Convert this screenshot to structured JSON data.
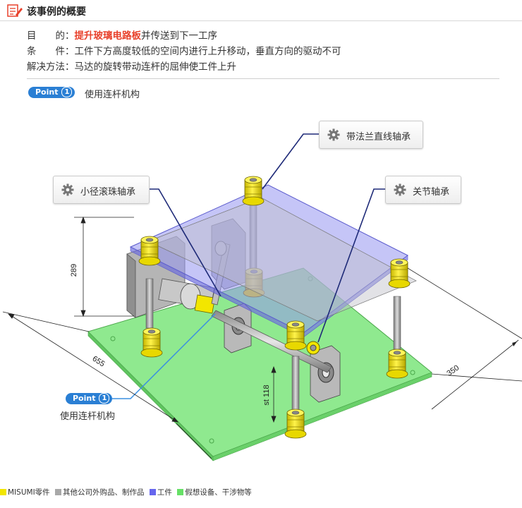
{
  "header": {
    "title": "该事例的概要"
  },
  "info": {
    "purpose_label": "目　　的：",
    "purpose_highlight": "提升玻璃电路板",
    "purpose_rest": "并传送到下一工序",
    "condition_label": "条　　件：",
    "condition_text": "工件下方高度较低的空间内进行上升移动，垂直方向的驱动不可",
    "solution_label": "解决方法：",
    "solution_text": "马达的旋转带动连杆的屈伸使工件上升"
  },
  "point": {
    "badge": "Point",
    "number": "1",
    "text": "使用连杆机构"
  },
  "callouts": {
    "flange_bearing": "带法兰直线轴承",
    "small_ball_bearing": "小径滚珠轴承",
    "joint_bearing": "关节轴承"
  },
  "dimensions": {
    "height": "289",
    "length": "655",
    "width": "350",
    "stroke": "st 118"
  },
  "legend": [
    {
      "label": "MISUMI零件",
      "color": "#f2e600"
    },
    {
      "label": "其他公司外购品、制作品",
      "color": "#a8a8a8"
    },
    {
      "label": "工件",
      "color": "#6666ee"
    },
    {
      "label": "假想设备、干涉物等",
      "color": "#66e066"
    }
  ],
  "colors": {
    "accent": "#e8412b",
    "point_badge": "#2a7fd4",
    "base_plate": "#8fe98f",
    "workpiece": "#a9a9f0",
    "misumi_part": "#f2e600"
  }
}
